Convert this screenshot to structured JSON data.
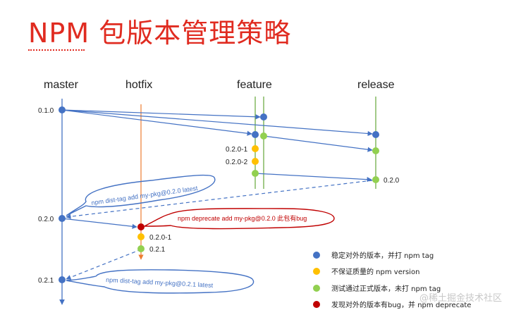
{
  "title": "NPM 包版本管理策略",
  "lanes": {
    "master": "master",
    "hotfix": "hotfix",
    "feature": "feature",
    "release": "release"
  },
  "versions": {
    "v010": "0.1.0",
    "v020_1": "0.2.0-1",
    "v020_2": "0.2.0-2",
    "v020_release": "0.2.0",
    "v020_master": "0.2.0",
    "v020_1_hotfix": "0.2.0-1",
    "v021_hotfix": "0.2.1",
    "v021_master": "0.2.1"
  },
  "notes": {
    "tag_020": "npm dist-tag add my-pkg@0.2.0 latest",
    "deprecate": "npm deprecate add my-pkg@0.2.0 此包有bug",
    "tag_021": "npm dist-tag add my-pkg@0.2.1 latest"
  },
  "legend": [
    {
      "color": "#4472c4",
      "text": "稳定对外的版本，并打 npm tag"
    },
    {
      "color": "#ffc000",
      "text": "不保证质量的 npm version"
    },
    {
      "color": "#92d050",
      "text": "测试通过正式版本，未打 npm tag"
    },
    {
      "color": "#c00000",
      "text": "发现对外的版本有bug，并 npm deprecate"
    }
  ],
  "watermark": "@稀土掘金技术社区",
  "colors": {
    "blue": "#4472c4",
    "yellow": "#ffc000",
    "green": "#92d050",
    "red": "#c00000",
    "orange": "#ed7d31",
    "title": "#e02b20"
  }
}
